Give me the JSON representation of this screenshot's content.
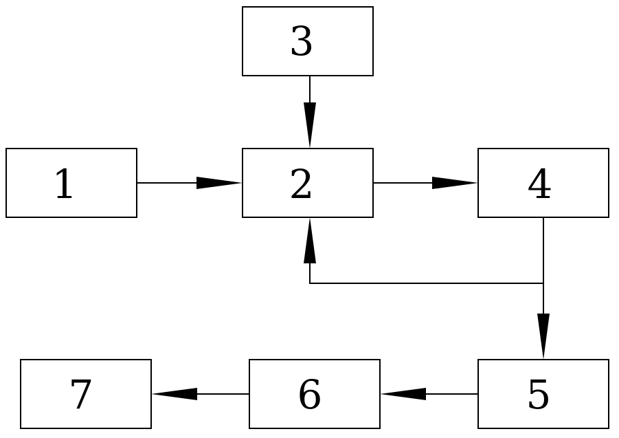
{
  "diagram": {
    "type": "block-flow",
    "boxes": [
      {
        "id": "1",
        "label": "1"
      },
      {
        "id": "2",
        "label": "2"
      },
      {
        "id": "3",
        "label": "3"
      },
      {
        "id": "4",
        "label": "4"
      },
      {
        "id": "5",
        "label": "5"
      },
      {
        "id": "6",
        "label": "6"
      },
      {
        "id": "7",
        "label": "7"
      }
    ],
    "connections": [
      {
        "from": "1",
        "to": "2"
      },
      {
        "from": "3",
        "to": "2"
      },
      {
        "from": "2",
        "to": "4"
      },
      {
        "from": "4",
        "to": "5"
      },
      {
        "from": "4",
        "to": "2"
      },
      {
        "from": "5",
        "to": "6"
      },
      {
        "from": "6",
        "to": "7"
      }
    ],
    "line_color": "#000000",
    "box_fill": "#ffffff"
  }
}
